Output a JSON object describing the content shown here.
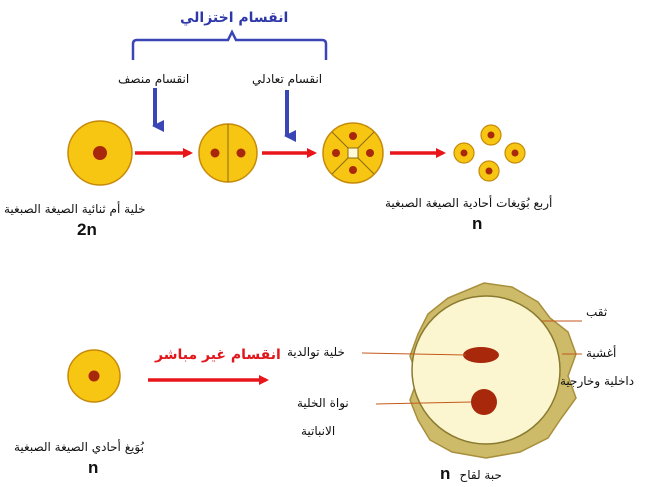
{
  "meiosis_title": "انقسام اختزالي",
  "stage_labels": {
    "reduction_division": "انقسام منصف",
    "equational_division": "انقسام تعادلي"
  },
  "mother_cell": {
    "label": "خلية أم ثنائية الصيغة الصبغية",
    "ploidy": "2n"
  },
  "tetrad": {
    "label": "أربع بُوَيغات أحادية الصيغة الصبغية",
    "ploidy": "n"
  },
  "mitosis_title": "انقسام غير مباشر",
  "microspore": {
    "label": "بُوَيغ أحادي الصيغة الصبغية",
    "ploidy": "n"
  },
  "pollen": {
    "title_word": "حبة لقاح",
    "ploidy": "n",
    "labels": {
      "pore": "ثقب",
      "walls_line1": "أغشية",
      "walls_line2": "داخلية وخارجية",
      "generative_cell": "خلية توالدية",
      "tube_nucleus_line1": "نواة الخلية",
      "tube_nucleus_line2": "الانباتية"
    }
  },
  "colors": {
    "cell_fill": "#f7c613",
    "cell_stroke": "#c68a09",
    "nucleus": "#a8280c",
    "arrow_red": "#e8161b",
    "arrow_blue": "#3a46b5",
    "pollen_wall": "#cdbb6a",
    "pollen_inner": "#fbf6cf",
    "leader_line": "#c35a1c"
  }
}
